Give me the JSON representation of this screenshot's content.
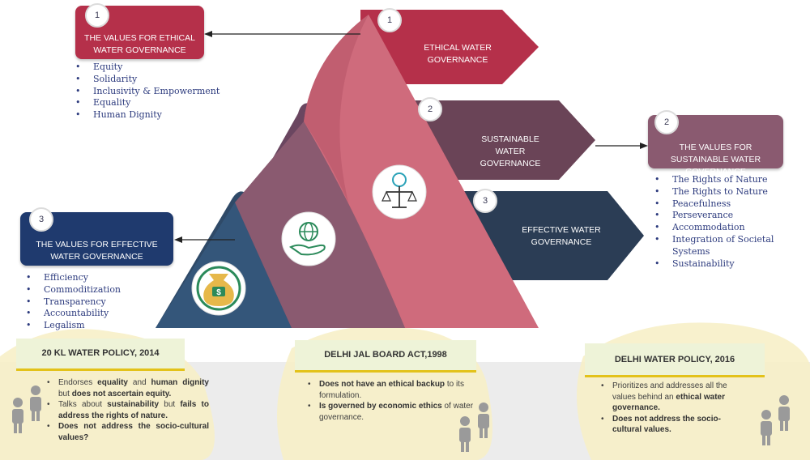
{
  "center": {
    "ethical": {
      "num": "1",
      "label": "ETHICAL WATER GOVERNANCE"
    },
    "sustainable": {
      "num": "2",
      "label": "SUSTAINABLE WATER GOVERNANCE"
    },
    "effective": {
      "num": "3",
      "label": "EFFECTIVE WATER GOVERNANCE"
    }
  },
  "values_ethical": {
    "num": "1",
    "title": "THE VALUES FOR  ETHICAL WATER GOVERNANCE",
    "items": [
      "Equity",
      "Solidarity",
      "Inclusivity & Empowerment",
      "Equality",
      "Human Dignity"
    ]
  },
  "values_sustainable": {
    "num": "2",
    "title": "THE VALUES FOR SUSTAINABLE WATER GOVERNANCE",
    "items": [
      "The Rights of Nature",
      "The Rights to Nature",
      "Peacefulness",
      "Perseverance",
      "Accommodation",
      "Integration of Societal Systems",
      "Sustainability"
    ]
  },
  "values_effective": {
    "num": "3",
    "title": "THE  VALUES FOR EFFECTIVE WATER GOVERNANCE",
    "items": [
      "Efficiency",
      "Commoditization",
      "Transparency",
      "Accountability",
      "Legalism"
    ]
  },
  "policies": {
    "p2014": {
      "title": "20 KL WATER POLICY, 2014",
      "items": [
        {
          "pre": "Endorses ",
          "b1": "equality",
          "mid": " and ",
          "b2": "human dignity",
          "post": " but ",
          "b3": "does not ascertain equity."
        },
        {
          "pre": "Talks about ",
          "b1": "sustainability",
          "mid": " but ",
          "b2": "fails to address the rights of nature."
        },
        {
          "b1": "Does not address the socio-cultural values?"
        }
      ]
    },
    "p1998": {
      "title": "DELHI JAL BOARD ACT,1998",
      "items": [
        {
          "b1": "Does not have an ethical backup",
          "post": " to its formulation."
        },
        {
          "b1": "Is governed by economic ethics",
          "post": " of water governance."
        }
      ]
    },
    "p2016": {
      "title": "DELHI WATER POLICY, 2016",
      "items": [
        {
          "pre": "Prioritizes and addresses all the values behind an ",
          "b1": "ethical water governance."
        },
        {
          "b1": "Does not address the socio-cultural values."
        }
      ]
    }
  },
  "icons": {
    "money": "money-bag-icon",
    "globe": "globe-in-hand-icon",
    "scales": "scales-of-justice-icon",
    "person": "person-icon"
  },
  "colors": {
    "ethical": "#b5304a",
    "sustainable": "#6a4457",
    "effective": "#2b3d55",
    "navy": "#1f3a6e",
    "mauve": "#8a5a70",
    "accent_yellow": "#e3c21a"
  }
}
